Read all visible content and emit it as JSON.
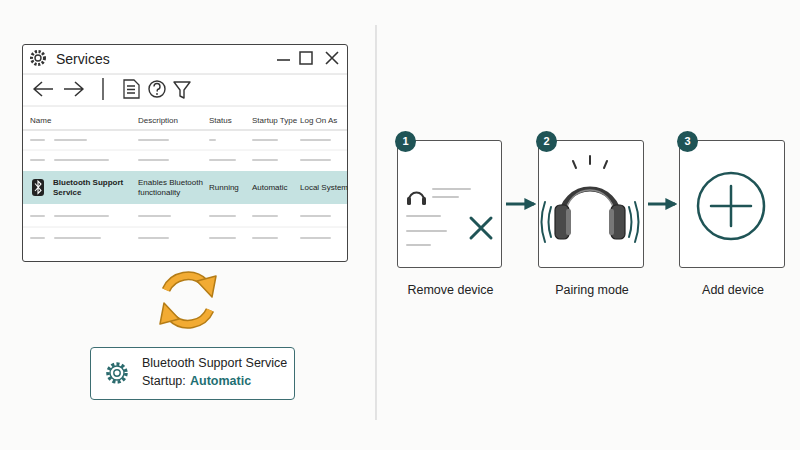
{
  "diagram": {
    "nodes": [
      {
        "text": [
          "Services"
        ]
      },
      {
        "text": [
          "Bluetooth Support Service",
          "Startup:",
          "Automatic"
        ]
      },
      {
        "text": [
          "1"
        ]
      },
      {
        "text": [
          "Remove device"
        ]
      },
      {
        "text": [
          "2"
        ]
      },
      {
        "text": [
          "Pairing mode"
        ]
      },
      {
        "text": [
          "3"
        ]
      },
      {
        "text": [
          "Add device"
        ]
      }
    ],
    "edges": [
      {
        "from": 3,
        "to": 5,
        "arrow": "to"
      },
      {
        "from": 5,
        "to": 7,
        "arrow": "to"
      }
    ],
    "labels": [
      "Name",
      "Description",
      "Status",
      "Startup Type",
      "Log On As",
      "Bluetooth Support Service",
      "Enables Bluetooth functionality",
      "Running",
      "Automatic",
      "Local System"
    ]
  }
}
